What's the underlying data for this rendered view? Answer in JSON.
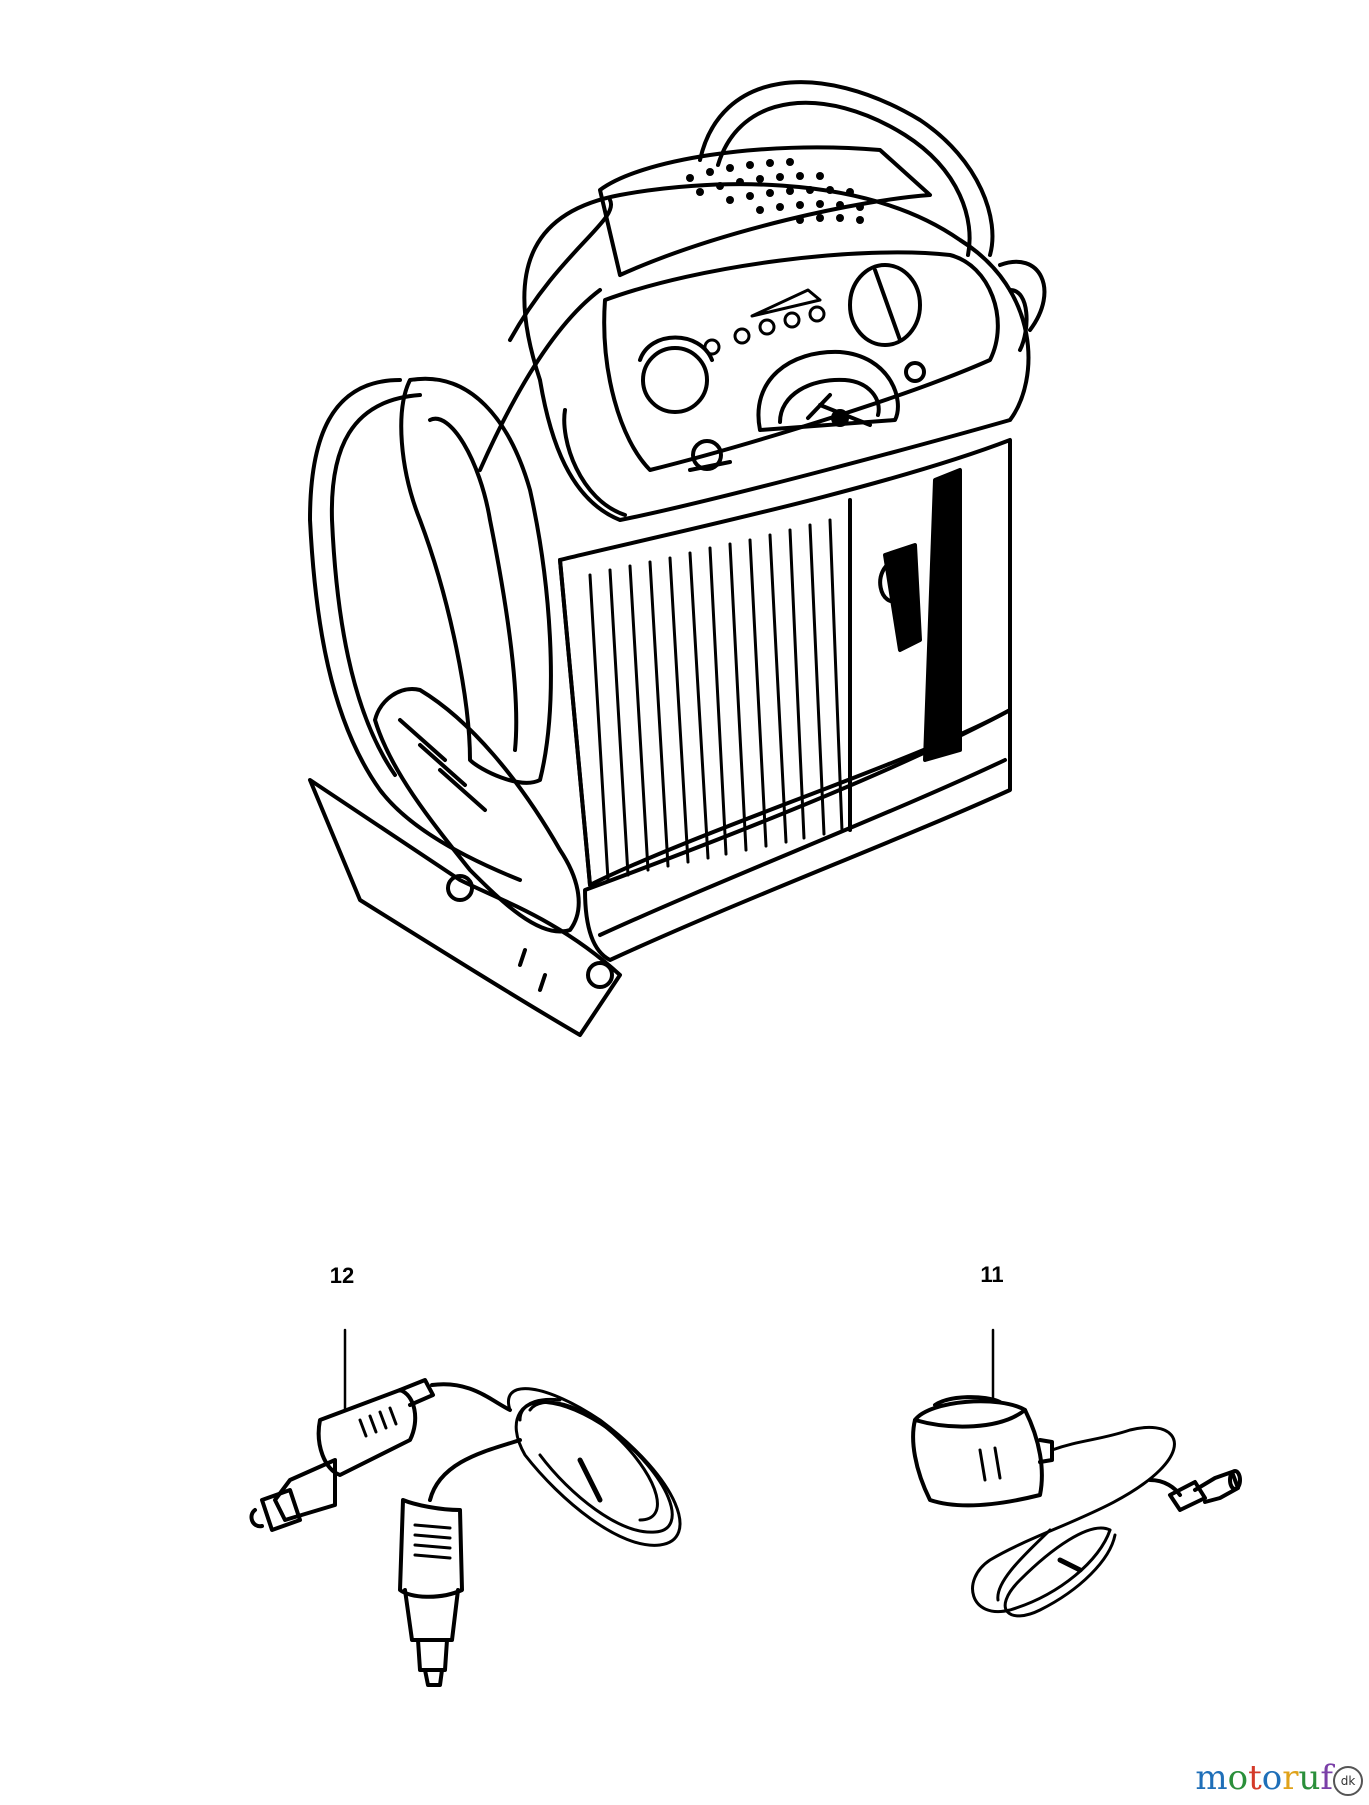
{
  "callouts": {
    "cord_12v": "12",
    "charger": "11"
  },
  "watermark": {
    "letters": [
      "m",
      "o",
      "t",
      "o",
      "r",
      "u",
      "f"
    ],
    "letter_colors": [
      "#1f6fb8",
      "#2a8f3a",
      "#d43a2a",
      "#1f6fb8",
      "#e0a21a",
      "#2a8f3a",
      "#7a3fa8"
    ],
    "badge": "dk"
  }
}
